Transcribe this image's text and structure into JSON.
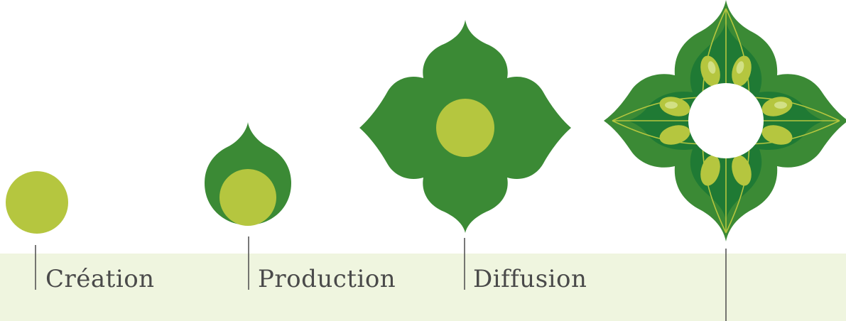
{
  "stages": [
    {
      "label": "Création"
    },
    {
      "label": "Production"
    },
    {
      "label": "Diffusion"
    },
    {
      "label": ""
    }
  ],
  "colors": {
    "band": "#eff5df",
    "dark_green": "#3b8a35",
    "deep_green": "#1f7a34",
    "lime": "#b5c63f",
    "light_lime": "#d2e085",
    "text": "#4a4a4a"
  }
}
